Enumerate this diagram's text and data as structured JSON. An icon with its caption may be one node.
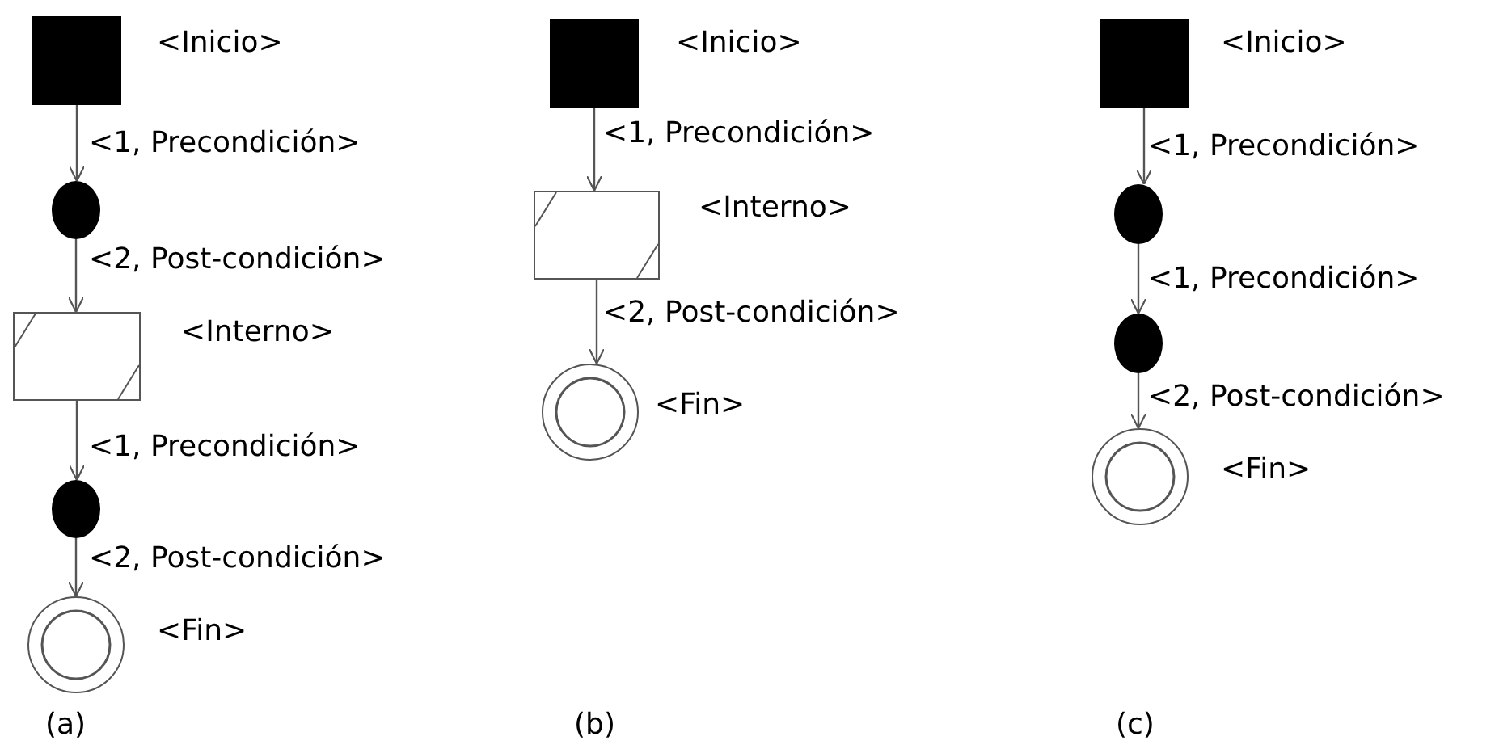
{
  "diagram": {
    "nodes": [
      {
        "text": [],
        "shape": "box",
        "beside": [
          "<Inicio>"
        ]
      },
      {
        "text": [],
        "shape": "circle"
      },
      {
        "text": [],
        "shape": "box",
        "beside": [
          "<Interno>"
        ]
      },
      {
        "text": [],
        "shape": "circle"
      },
      {
        "text": [],
        "shape": "circle",
        "beside": [
          "<Fin>"
        ]
      },
      {
        "text": [],
        "shape": "box",
        "beside": [
          "<Inicio>"
        ]
      },
      {
        "text": [],
        "shape": "box",
        "beside": [
          "<Interno>"
        ]
      },
      {
        "text": [],
        "shape": "circle",
        "beside": [
          "<Fin>"
        ]
      },
      {
        "text": [],
        "shape": "box",
        "beside": [
          "<Inicio>"
        ]
      },
      {
        "text": [],
        "shape": "circle"
      },
      {
        "text": [],
        "shape": "circle"
      },
      {
        "text": [],
        "shape": "circle",
        "beside": [
          "<Fin>"
        ]
      }
    ],
    "edges": [
      {
        "from": 0,
        "to": 1,
        "arrow": "to",
        "label": "<1, Precondición>"
      },
      {
        "from": 1,
        "to": 2,
        "arrow": "to",
        "label": "<2, Post-condición>"
      },
      {
        "from": 2,
        "to": 3,
        "arrow": "to",
        "label": "<1, Precondición>"
      },
      {
        "from": 3,
        "to": 4,
        "arrow": "to",
        "label": "<2, Post-condición>"
      },
      {
        "from": 5,
        "to": 6,
        "arrow": "to",
        "label": "<1, Precondición>"
      },
      {
        "from": 6,
        "to": 7,
        "arrow": "to",
        "label": "<2, Post-condición>"
      },
      {
        "from": 8,
        "to": 9,
        "arrow": "to",
        "label": "<1, Precondición>"
      },
      {
        "from": 9,
        "to": 10,
        "arrow": "to",
        "label": "<1, Precondición>"
      },
      {
        "from": 10,
        "to": 11,
        "arrow": "to",
        "label": "<2, Post-condición>"
      }
    ],
    "labels": [
      "(a)",
      "(b)",
      "(c)"
    ]
  }
}
